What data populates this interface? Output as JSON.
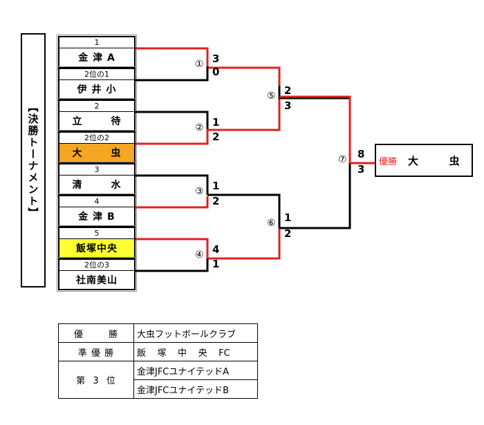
{
  "title": "【決勝トーナメント】",
  "teams": [
    {
      "seed": "1",
      "name": "金 津 A",
      "highlight": ""
    },
    {
      "seed": "2位の1",
      "name": "伊 井 小",
      "highlight": ""
    },
    {
      "seed": "2",
      "name": "立       待",
      "highlight": ""
    },
    {
      "seed": "2位の2",
      "name": "大       虫",
      "highlight": "#f5a623"
    },
    {
      "seed": "3",
      "name": "清       水",
      "highlight": ""
    },
    {
      "seed": "4",
      "name": "金 津 B",
      "highlight": ""
    },
    {
      "seed": "5",
      "name": "飯塚中央",
      "highlight": "#ffff33"
    },
    {
      "seed": "2位の3",
      "name": "社南美山",
      "highlight": ""
    }
  ],
  "matches": [
    {
      "no": "①",
      "top_score": "3",
      "bottom_score": "0"
    },
    {
      "no": "②",
      "top_score": "1",
      "bottom_score": "2"
    },
    {
      "no": "③",
      "top_score": "1",
      "bottom_score": "2"
    },
    {
      "no": "④",
      "top_score": "4",
      "bottom_score": "1"
    },
    {
      "no": "⑤",
      "top_score": "2",
      "bottom_score": "3"
    },
    {
      "no": "⑥",
      "top_score": "1",
      "bottom_score": "2"
    },
    {
      "no": "⑦",
      "top_score": "8",
      "bottom_score": "3"
    }
  ],
  "champion": {
    "label": "優勝",
    "name": "大       虫"
  },
  "colors": {
    "winner_line": "#e0211b",
    "loser_line": "#000000"
  },
  "results": {
    "rows": [
      {
        "rank": "優       勝",
        "team": "大虫フットボールクラブ"
      },
      {
        "rank": "準 優 勝",
        "team": "飯    塚    中    央    FC"
      },
      {
        "rank": "第  3  位",
        "team": "金津JFCユナイテッドA"
      },
      {
        "rank": "",
        "team": "金津JFCユナイテッドB"
      }
    ]
  }
}
